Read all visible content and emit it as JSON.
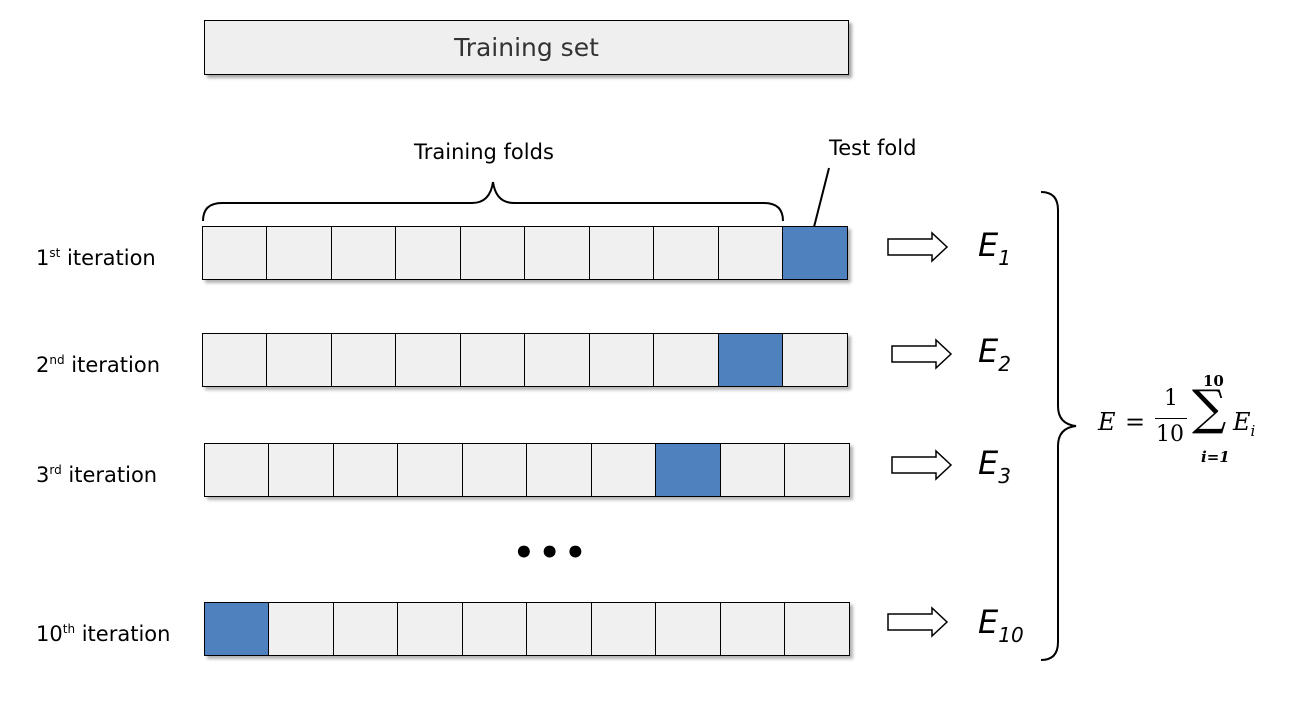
{
  "training_set_label": "Training set",
  "training_folds_label": "Training folds",
  "test_fold_label": "Test fold",
  "ellipsis": "•••",
  "fold_count": 10,
  "colors": {
    "test_fold": "#4e81bd",
    "fold": "#f0f0f0"
  },
  "iterations": [
    {
      "num": "1",
      "sup": "st",
      "suffix": " iteration",
      "test_index": 9,
      "err_sub": "1"
    },
    {
      "num": "2",
      "sup": "nd",
      "suffix": " iteration",
      "test_index": 8,
      "err_sub": "2"
    },
    {
      "num": "3",
      "sup": "rd",
      "suffix": " iteration",
      "test_index": 7,
      "err_sub": "3"
    },
    {
      "num": "10",
      "sup": "th",
      "suffix": " iteration",
      "test_index": 0,
      "err_sub": "10"
    }
  ],
  "error_symbol": "E",
  "formula": {
    "lhs": "E",
    "equals": "=",
    "numerator": "1",
    "denominator": "10",
    "sum_symbol": "∑",
    "upper": "10",
    "lower": "i=1",
    "term": "E",
    "term_sub": "i"
  }
}
